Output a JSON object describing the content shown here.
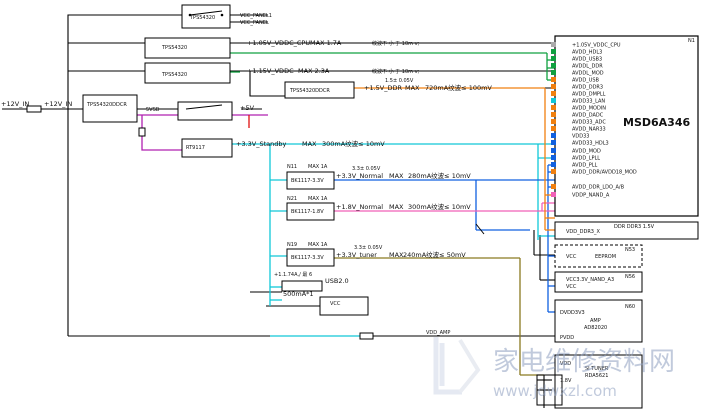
{
  "vcc_panel1": "VCC_PANEL1",
  "vcc_panel": "VCC_PANEL",
  "input_label": "+12V_IN",
  "input_label2": "+12V_IN",
  "five_v": "+5V",
  "five_v_sb": "5VSB",
  "rails": [
    {
      "label": "+1.05V_VDDC_CPU",
      "max": "MAX 1.7A",
      "note": "纹波不 小 于 10m v;"
    },
    {
      "label": "+1.15V_VDDC",
      "max": "MAX 2.3A",
      "note": "纹波不 小 于 10m v;"
    },
    {
      "label": "+1.5V_DDR",
      "max": "MAX",
      "ripple": "720mA纹波≤ 100mV",
      "tol": "1.5± 0.05V"
    },
    {
      "label": "+3.3V_Standby",
      "max": "MAX",
      "ripple": "300mA纹波≤ 10mV"
    },
    {
      "label": "+3.3V_Normal",
      "max": "MAX",
      "ripple": "280mA纹波≤ 10mV",
      "tol": "3.3± 0.05V"
    },
    {
      "label": "+1.8V_Normal",
      "max": "MAX",
      "ripple": "300mA纹波≤ 10mV"
    },
    {
      "label": "+3.3V_tuner",
      "max": "MAX",
      "ripple": "240mA纹波≤ 50mV",
      "tol": "3.3± 0.05V"
    }
  ],
  "ldo_names": [
    "N11",
    "N21",
    "N19"
  ],
  "ldo_max": "MAX 1A",
  "regulators": [
    "TPS54320",
    "TPS54320",
    "TPS54320",
    "TPS54320DDCR",
    "RT9117",
    "BK1117-3.3V",
    "BK1117-1.8V",
    "BK1117-3.3V"
  ],
  "usb_label": "USB2.0",
  "usb_part": "500mA*1",
  "usb_note": "+1.1.74A,/ 最 6",
  "vcc_small": "VCC",
  "vdd_amp": "VDD_AMP",
  "chip": {
    "ref": "N1",
    "name": "MSD6A346",
    "pins": [
      "+1.05V_VDDC_CPU",
      "AVDD_HDL3",
      "AVDD_USB3",
      "AVDDL_DDR",
      "AVDDL_MOD",
      "AVDD_USB",
      "AVDD_DDR3",
      "AVDD_DMPLL",
      "AVDD33_LAN",
      "AVDD_MODIN",
      "AVDD_DADC",
      "AVDD33_ADC",
      "AVDD_NAR33",
      "VDD33",
      "AVDD33_HDL3",
      "AVDD_MOD",
      "AVDD_LPLL",
      "AVDD_PLL",
      "AVDD_DDR/AVDD18_MOD",
      "AVDD_DDR_LDO_A/B",
      "VDDP_NAND_A"
    ]
  },
  "ddr": {
    "label": "VDD_DDR3_X",
    "sub": "DDR DDR3 1.5V"
  },
  "blocks": [
    {
      "ref": "N53",
      "text": "VCC",
      "sub": "EEPROM"
    },
    {
      "ref": "N56",
      "text": "VCC",
      "sub": "VCC3.3V_NAND_A3"
    },
    {
      "ref": "N60",
      "text": "AMP",
      "sub": "AD82020",
      "pins": [
        "DVDD3V3",
        "PVDD"
      ]
    },
    {
      "ref": "",
      "text": "SI TUNER",
      "sub": "RDA5621",
      "pins": [
        "VDD",
        "1.8V"
      ]
    }
  ],
  "watermark_cn": "家电维修资料网",
  "watermark_url": "www.jdwxzl.com"
}
